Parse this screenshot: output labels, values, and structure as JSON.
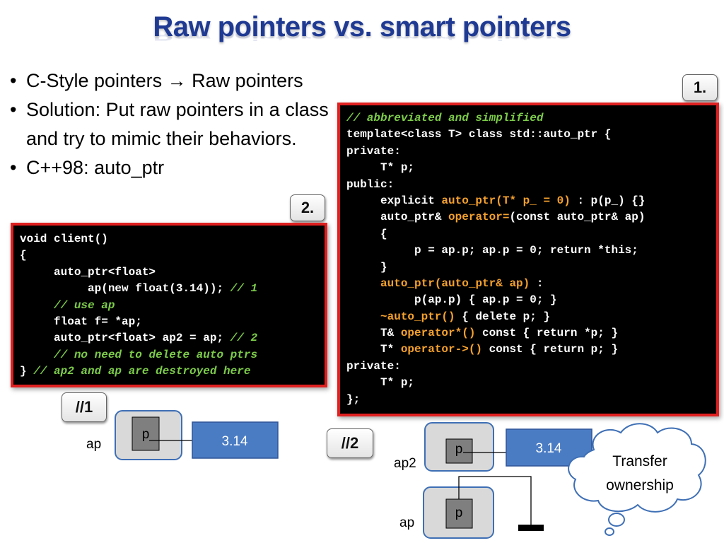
{
  "title": "Raw pointers vs. smart pointers",
  "bullets": [
    {
      "before": "C-Style pointers ",
      "arrow": "→",
      "after": " Raw pointers"
    },
    {
      "text": "Solution: Put raw pointers in a class and try to mimic their behaviors."
    },
    {
      "text": "C++98: auto_ptr"
    }
  ],
  "tags": {
    "box1": "1.",
    "box2": "2.",
    "step1": "//1",
    "step2": "//2"
  },
  "code1": [
    [
      [
        "c",
        "// abbreviated and simplified"
      ]
    ],
    [
      [
        "t",
        "template<class T> class std::auto_ptr {"
      ]
    ],
    [
      [
        "t",
        "private:"
      ]
    ],
    [
      [
        "t",
        "     T* p;"
      ]
    ],
    [
      [
        "t",
        "public:"
      ]
    ],
    [
      [
        "t",
        "     explicit "
      ],
      [
        "o",
        "auto_ptr(T* p_ = 0)"
      ],
      [
        "t",
        " : p(p_) {}"
      ]
    ],
    [
      [
        "t",
        "     auto_ptr& "
      ],
      [
        "o",
        "operator="
      ],
      [
        "t",
        "(const auto_ptr& ap)"
      ]
    ],
    [
      [
        "t",
        "     {"
      ]
    ],
    [
      [
        "t",
        "          p = ap.p; ap.p = 0; return *this;"
      ]
    ],
    [
      [
        "t",
        "     }"
      ]
    ],
    [
      [
        "t",
        "     "
      ],
      [
        "o",
        "auto_ptr(auto_ptr& ap)"
      ],
      [
        "t",
        " :"
      ]
    ],
    [
      [
        "t",
        "          p(ap.p) { ap.p = 0; }"
      ]
    ],
    [
      [
        "t",
        "     "
      ],
      [
        "o",
        "~auto_ptr()"
      ],
      [
        "t",
        " { delete p; }"
      ]
    ],
    [
      [
        "t",
        "     T& "
      ],
      [
        "o",
        "operator*()"
      ],
      [
        "t",
        " const { return *p; }"
      ]
    ],
    [
      [
        "t",
        "     T* "
      ],
      [
        "o",
        "operator->()"
      ],
      [
        "t",
        " const { return p; }"
      ]
    ],
    [
      [
        "t",
        "private:"
      ]
    ],
    [
      [
        "t",
        "     T* p;"
      ]
    ],
    [
      [
        "t",
        "};"
      ]
    ]
  ],
  "code2": [
    [
      [
        "t",
        "void client()"
      ]
    ],
    [
      [
        "t",
        "{"
      ]
    ],
    [
      [
        "t",
        "     auto_ptr<float>"
      ]
    ],
    [
      [
        "t",
        "          ap(new float(3.14)); "
      ],
      [
        "c",
        "// 1"
      ]
    ],
    [
      [
        "t",
        "     "
      ],
      [
        "c",
        "// use ap"
      ]
    ],
    [
      [
        "t",
        "     float f= *ap;"
      ]
    ],
    [
      [
        "t",
        "     auto_ptr<float> ap2 = ap; "
      ],
      [
        "c",
        "// 2"
      ]
    ],
    [
      [
        "t",
        "     "
      ],
      [
        "c",
        "// no need to delete auto ptrs"
      ]
    ],
    [
      [
        "t",
        "} "
      ],
      [
        "c",
        "// ap2 and ap are destroyed here"
      ]
    ]
  ],
  "diagram1": {
    "owner": "ap",
    "field": "p",
    "value": "3.14"
  },
  "diagram2": {
    "owner_top": "ap2",
    "owner_bottom": "ap",
    "field": "p",
    "value": "3.14"
  },
  "cloud": {
    "line1": "Transfer",
    "line2": "ownership"
  },
  "colors": {
    "title": "#1f3a93",
    "code_border": "#e02020",
    "comment": "#7ccb4a",
    "highlight": "#f5a12e",
    "value_box": "#4a7cc4"
  }
}
